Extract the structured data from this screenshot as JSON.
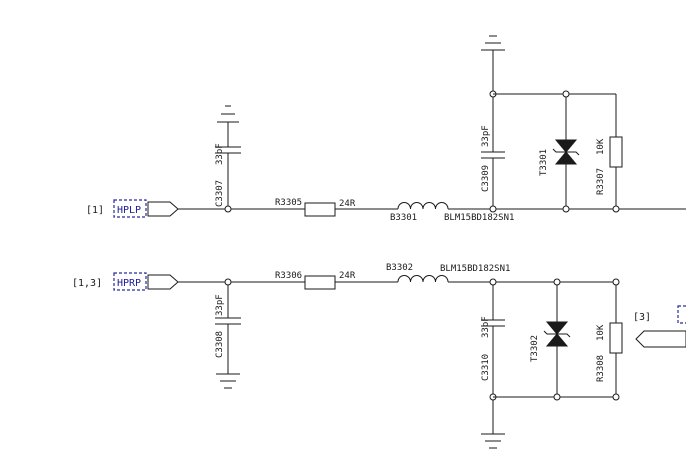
{
  "ports": {
    "top_ref": "[1]",
    "top_name": "HPLP",
    "bottom_ref": "[1,3]",
    "bottom_name": "HPRP",
    "right_ref": "[3]"
  },
  "top_branch": {
    "cap_left": {
      "ref": "C3307",
      "value": "33pF"
    },
    "resistor": {
      "ref": "R3305",
      "value": "24R"
    },
    "bead": {
      "ref": "B3301",
      "part": "BLM15BD182SN1"
    },
    "cap_right": {
      "ref": "C3309",
      "value": "33pF"
    },
    "tvs": {
      "ref": "T3301"
    },
    "res_right": {
      "ref": "R3307",
      "value": "10K"
    }
  },
  "bottom_branch": {
    "cap_left": {
      "ref": "C3308",
      "value": "33pF"
    },
    "resistor": {
      "ref": "R3306",
      "value": "24R"
    },
    "bead": {
      "ref": "B3302",
      "part": "BLM15BD182SN1"
    },
    "cap_right": {
      "ref": "C3310",
      "value": "33pF"
    },
    "tvs": {
      "ref": "T3302"
    },
    "res_right": {
      "ref": "R3308",
      "value": "10K"
    }
  }
}
